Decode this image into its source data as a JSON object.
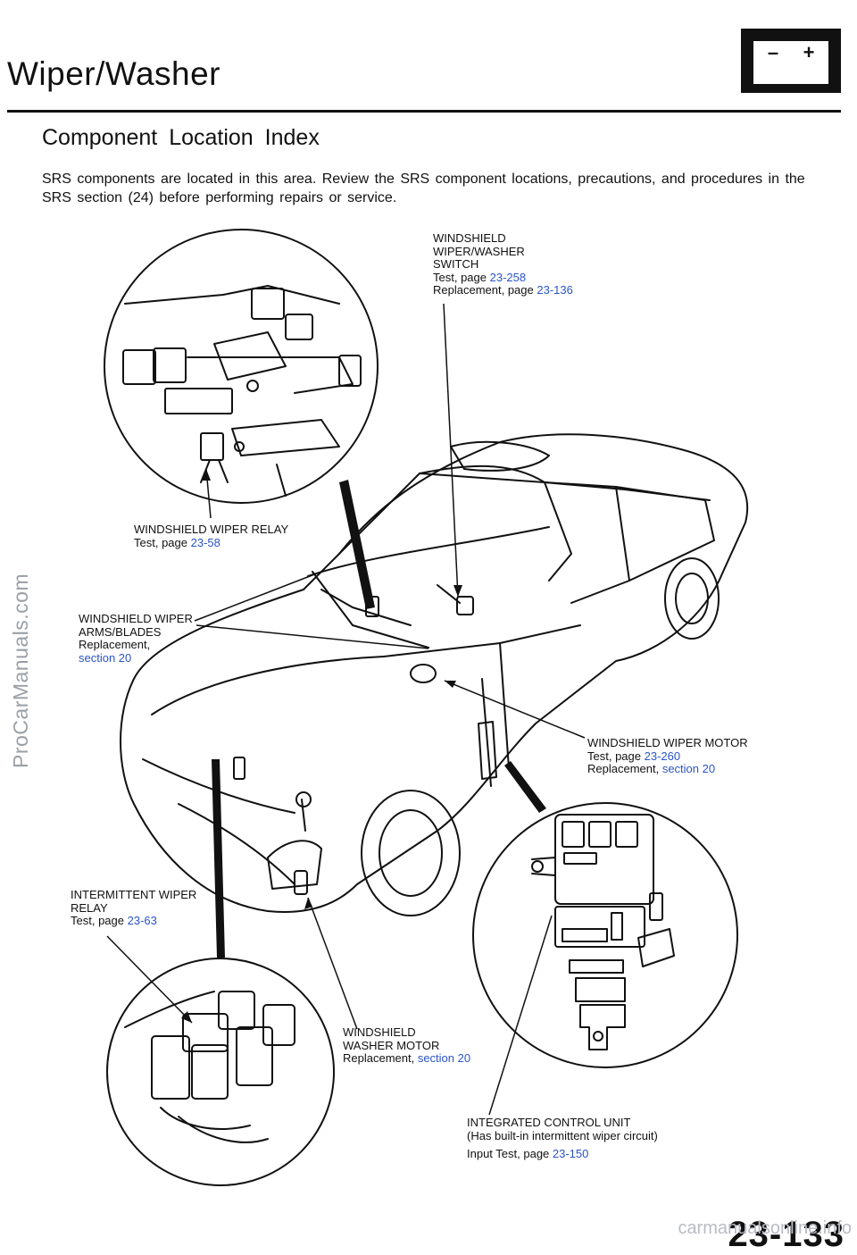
{
  "header": {
    "title": "Wiper/Washer",
    "battery_minus": "–",
    "battery_plus": "+"
  },
  "section": {
    "subtitle": "Component Location Index",
    "intro": "SRS components are located in this area. Review the SRS component locations, precautions, and procedures in the SRS section (24) before performing repairs or service."
  },
  "labels": {
    "switch": {
      "name": "WINDSHIELD\nWIPER/WASHER\nSWITCH",
      "test_prefix": "Test, page ",
      "test_ref": "23-258",
      "repl_prefix": "Replacement, page ",
      "repl_ref": "23-136"
    },
    "relay": {
      "name": "WINDSHIELD WIPER RELAY",
      "test_prefix": "Test, page ",
      "test_ref": "23-58"
    },
    "arms": {
      "name": "WINDSHIELD WIPER\nARMS/BLADES",
      "repl_prefix": "Replacement,",
      "repl_ref": "section 20"
    },
    "motor": {
      "name": "WINDSHIELD WIPER MOTOR",
      "test_prefix": "Test, page ",
      "test_ref": "23-260",
      "repl_prefix": "Replacement, ",
      "repl_ref": "section 20"
    },
    "intermittent": {
      "name": "INTERMITTENT WIPER\nRELAY",
      "test_prefix": "Test, page ",
      "test_ref": "23-63"
    },
    "washer": {
      "name": "WINDSHIELD\nWASHER MOTOR",
      "repl_prefix": "Replacement, ",
      "repl_ref": "section 20"
    },
    "icu": {
      "name": "INTEGRATED CONTROL UNIT",
      "note": "(Has built-in intermittent wiper circuit)",
      "test_prefix": "Input Test, page ",
      "test_ref": "23-150"
    }
  },
  "watermark": "ProCarManuals.com",
  "footer": {
    "page_number": "23-133",
    "site": "carmanualsonline.info"
  }
}
